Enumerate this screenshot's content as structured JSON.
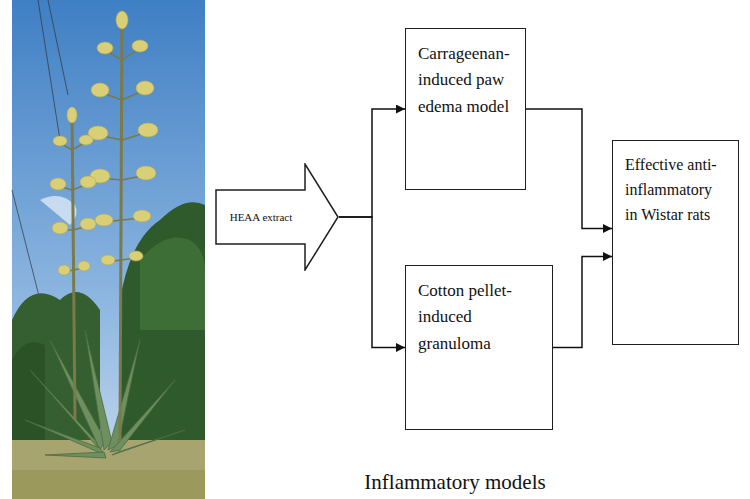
{
  "diagram": {
    "caption": "Inflammatory models",
    "nodes": [
      {
        "text": [
          "HEAA extract"
        ]
      },
      {
        "text": [
          "Carrageenan-induced paw edema model"
        ]
      },
      {
        "text": [
          "Cotton pellet-induced granuloma"
        ]
      },
      {
        "text": [
          "Effective anti-inflammatory in Wistar rats"
        ]
      }
    ],
    "edges": [
      {
        "from": 0,
        "to": 1,
        "arrow": "to"
      },
      {
        "from": 0,
        "to": 2,
        "arrow": "to"
      },
      {
        "from": 1,
        "to": 3,
        "arrow": "to"
      },
      {
        "from": 2,
        "to": 3,
        "arrow": "to"
      }
    ]
  }
}
